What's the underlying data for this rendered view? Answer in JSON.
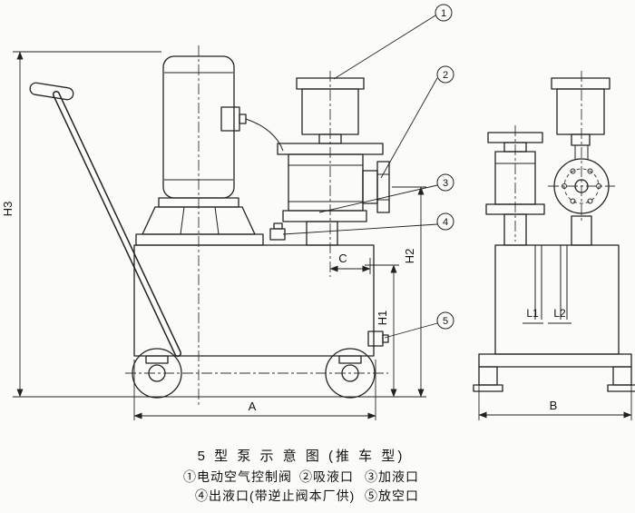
{
  "drawing": {
    "title": "5 型 泵 示 意 图 (推 车 型)",
    "legend": {
      "item1": "①电动空气控制阀",
      "item2": "②吸液口",
      "item3": "③加液口",
      "item4": "④出液口(带逆止阀本厂供)",
      "item5": "⑤放空口"
    },
    "callouts": {
      "n1": "1",
      "n2": "2",
      "n3": "3",
      "n4": "4",
      "n5": "5"
    },
    "dims": {
      "h1": "H1",
      "h2": "H2",
      "h3": "H3",
      "a": "A",
      "b": "B",
      "c": "C",
      "l1": "L1",
      "l2": "L2"
    },
    "colors": {
      "line": "#222222",
      "paper": "#fbfbf8"
    }
  }
}
